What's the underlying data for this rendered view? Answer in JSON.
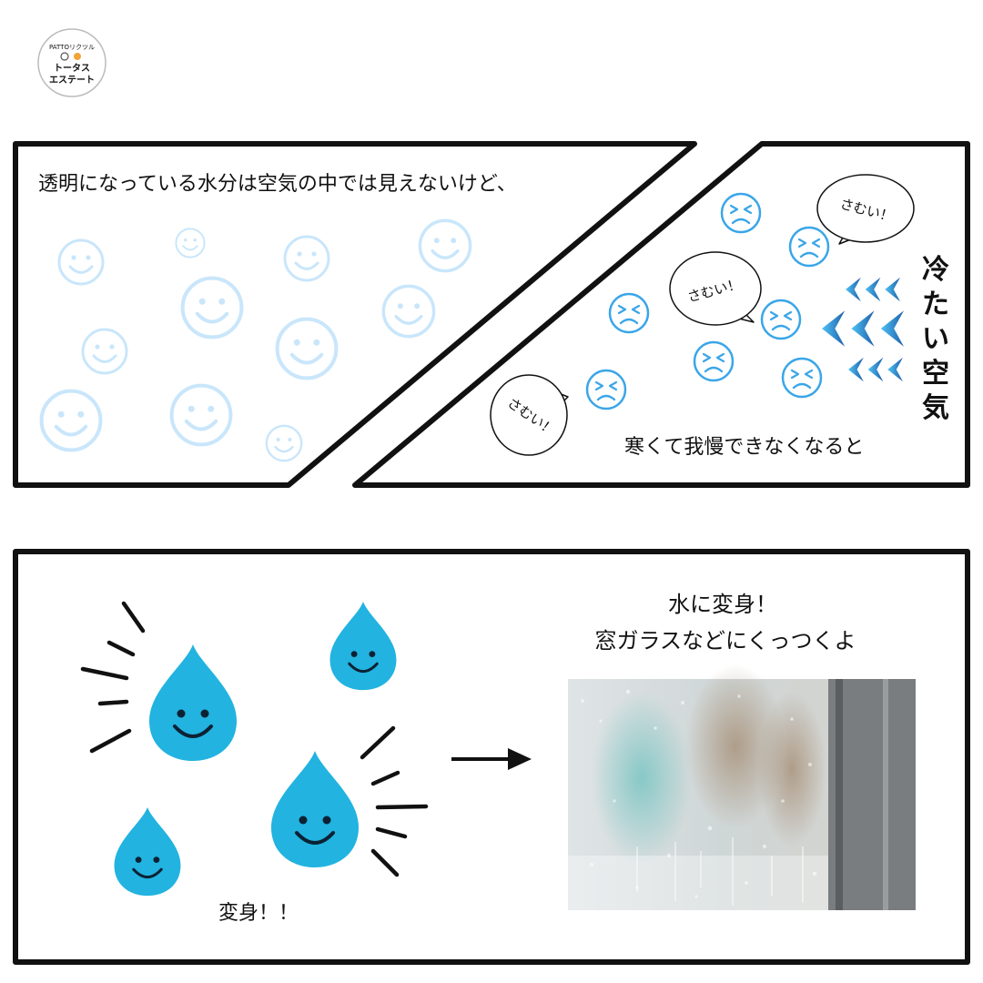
{
  "logo": {
    "arc_text": "PATTOリクツル",
    "line1": "トータス",
    "line2": "エステート"
  },
  "panel1": {
    "caption": "透明になっている水分は空気の中では見えないけど、"
  },
  "panel2": {
    "bubble_text": "さむい！",
    "cold_air_label": "冷たい空気",
    "caption": "寒くて我慢できなくなると"
  },
  "panel3": {
    "caption_line1": "水に変身！",
    "caption_line2": "窓ガラスなどにくっつくよ",
    "transform_label": "変身！！"
  },
  "colors": {
    "happy_face": "#c9e6fb",
    "sad_face": "#3aa6e8",
    "drop": "#22b3e0",
    "arrow_dark": "#1f5fa8",
    "arrow_light": "#4fc3f7",
    "frame": "#111111"
  }
}
